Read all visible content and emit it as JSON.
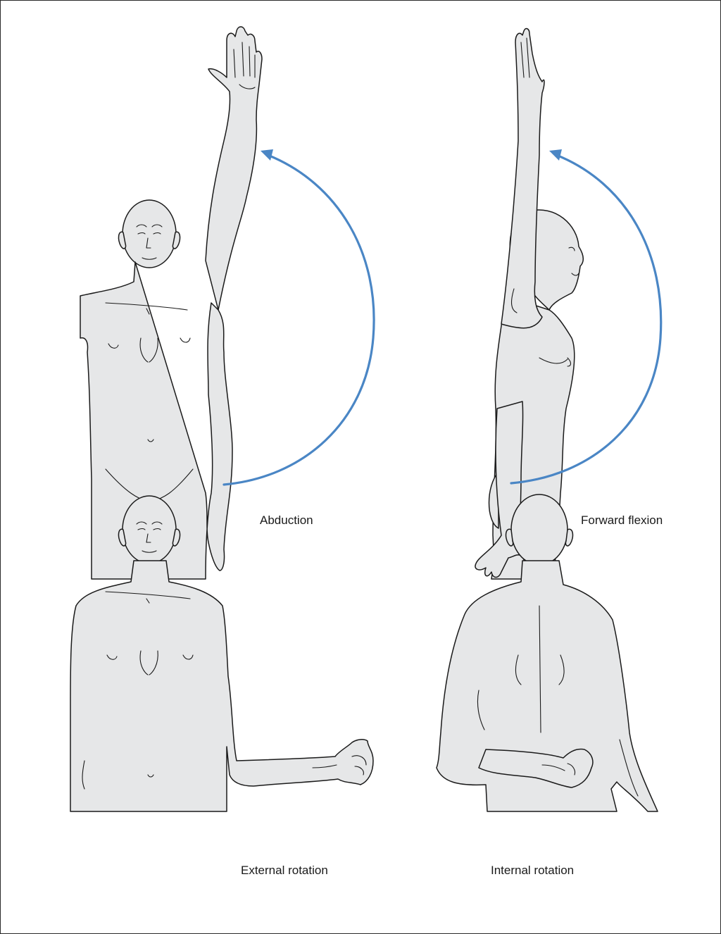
{
  "panels": [
    {
      "id": "abduction",
      "caption": "Abduction",
      "view": "front",
      "arrow": true
    },
    {
      "id": "forward-flexion",
      "caption": "Forward flexion",
      "view": "side",
      "arrow": true
    },
    {
      "id": "external-rotation",
      "caption": "External rotation",
      "view": "front",
      "arrow": false
    },
    {
      "id": "internal-rotation",
      "caption": "Internal rotation",
      "view": "back",
      "arrow": false
    }
  ],
  "colors": {
    "figure_fill": "#e6e7e8",
    "outline": "#1a1a1a",
    "arrow": "#4a86c5",
    "frame": "#2a2a2a"
  }
}
